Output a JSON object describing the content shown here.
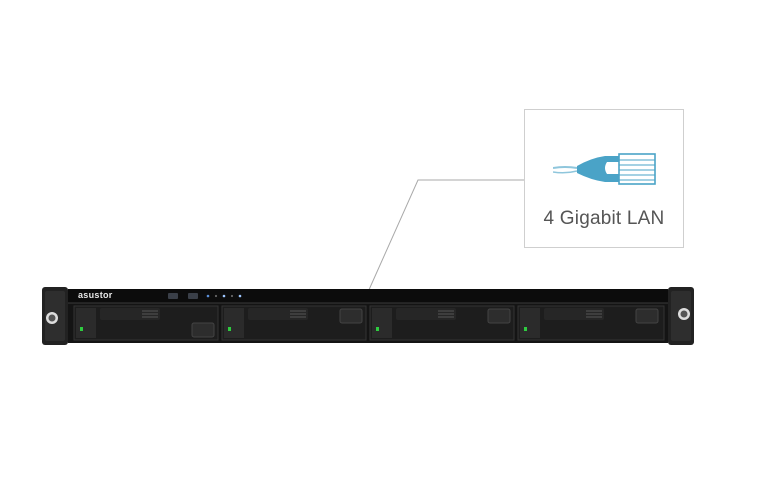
{
  "callout": {
    "caption": "4 Gigabit LAN",
    "icon": "ethernet-cable-icon",
    "accent": "#4aa3c7"
  },
  "device": {
    "brand": "asustor",
    "bays": 4,
    "led_color": "#2ecc40",
    "body_color": "#1a1a1a"
  }
}
